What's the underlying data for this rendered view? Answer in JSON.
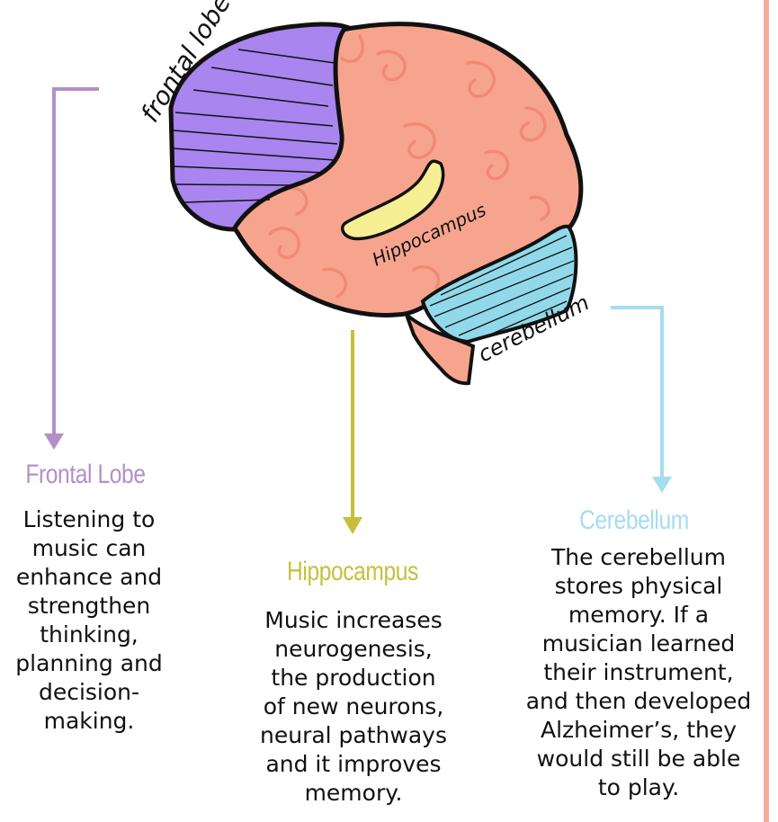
{
  "brain_labels": {
    "frontal": "frontal lobe",
    "hippocampus": "Hippocampus",
    "cerebellum": "cerebellum"
  },
  "sections": {
    "frontal": {
      "title": "Frontal Lobe",
      "color": "#b48fc7",
      "lines": [
        "Listening to",
        "music can",
        "enhance and",
        "strengthen",
        "thinking,",
        "planning and",
        "decision-",
        "making."
      ]
    },
    "hippocampus": {
      "title": "Hippocampus",
      "color": "#c6bf3c",
      "lines": [
        "Music increases",
        "neurogenesis,",
        "the production",
        "of new neurons,",
        "neural pathways",
        "and it improves",
        "memory."
      ]
    },
    "cerebellum": {
      "title": "Cerebellum",
      "color": "#a6dcf0",
      "lines": [
        "The cerebellum",
        "stores physical",
        "memory. If a",
        "musician learned",
        "their instrument,",
        "and then developed",
        "Alzheimer’s, they",
        "would still be able",
        "to play."
      ]
    }
  },
  "colors": {
    "frontal_fill": "#a985ef",
    "brain_fill": "#f7a48e",
    "swirl": "#f08a74",
    "hippo_fill": "#f6ee93",
    "cerebellum_fill": "#91d9ea",
    "outline": "#111111"
  }
}
